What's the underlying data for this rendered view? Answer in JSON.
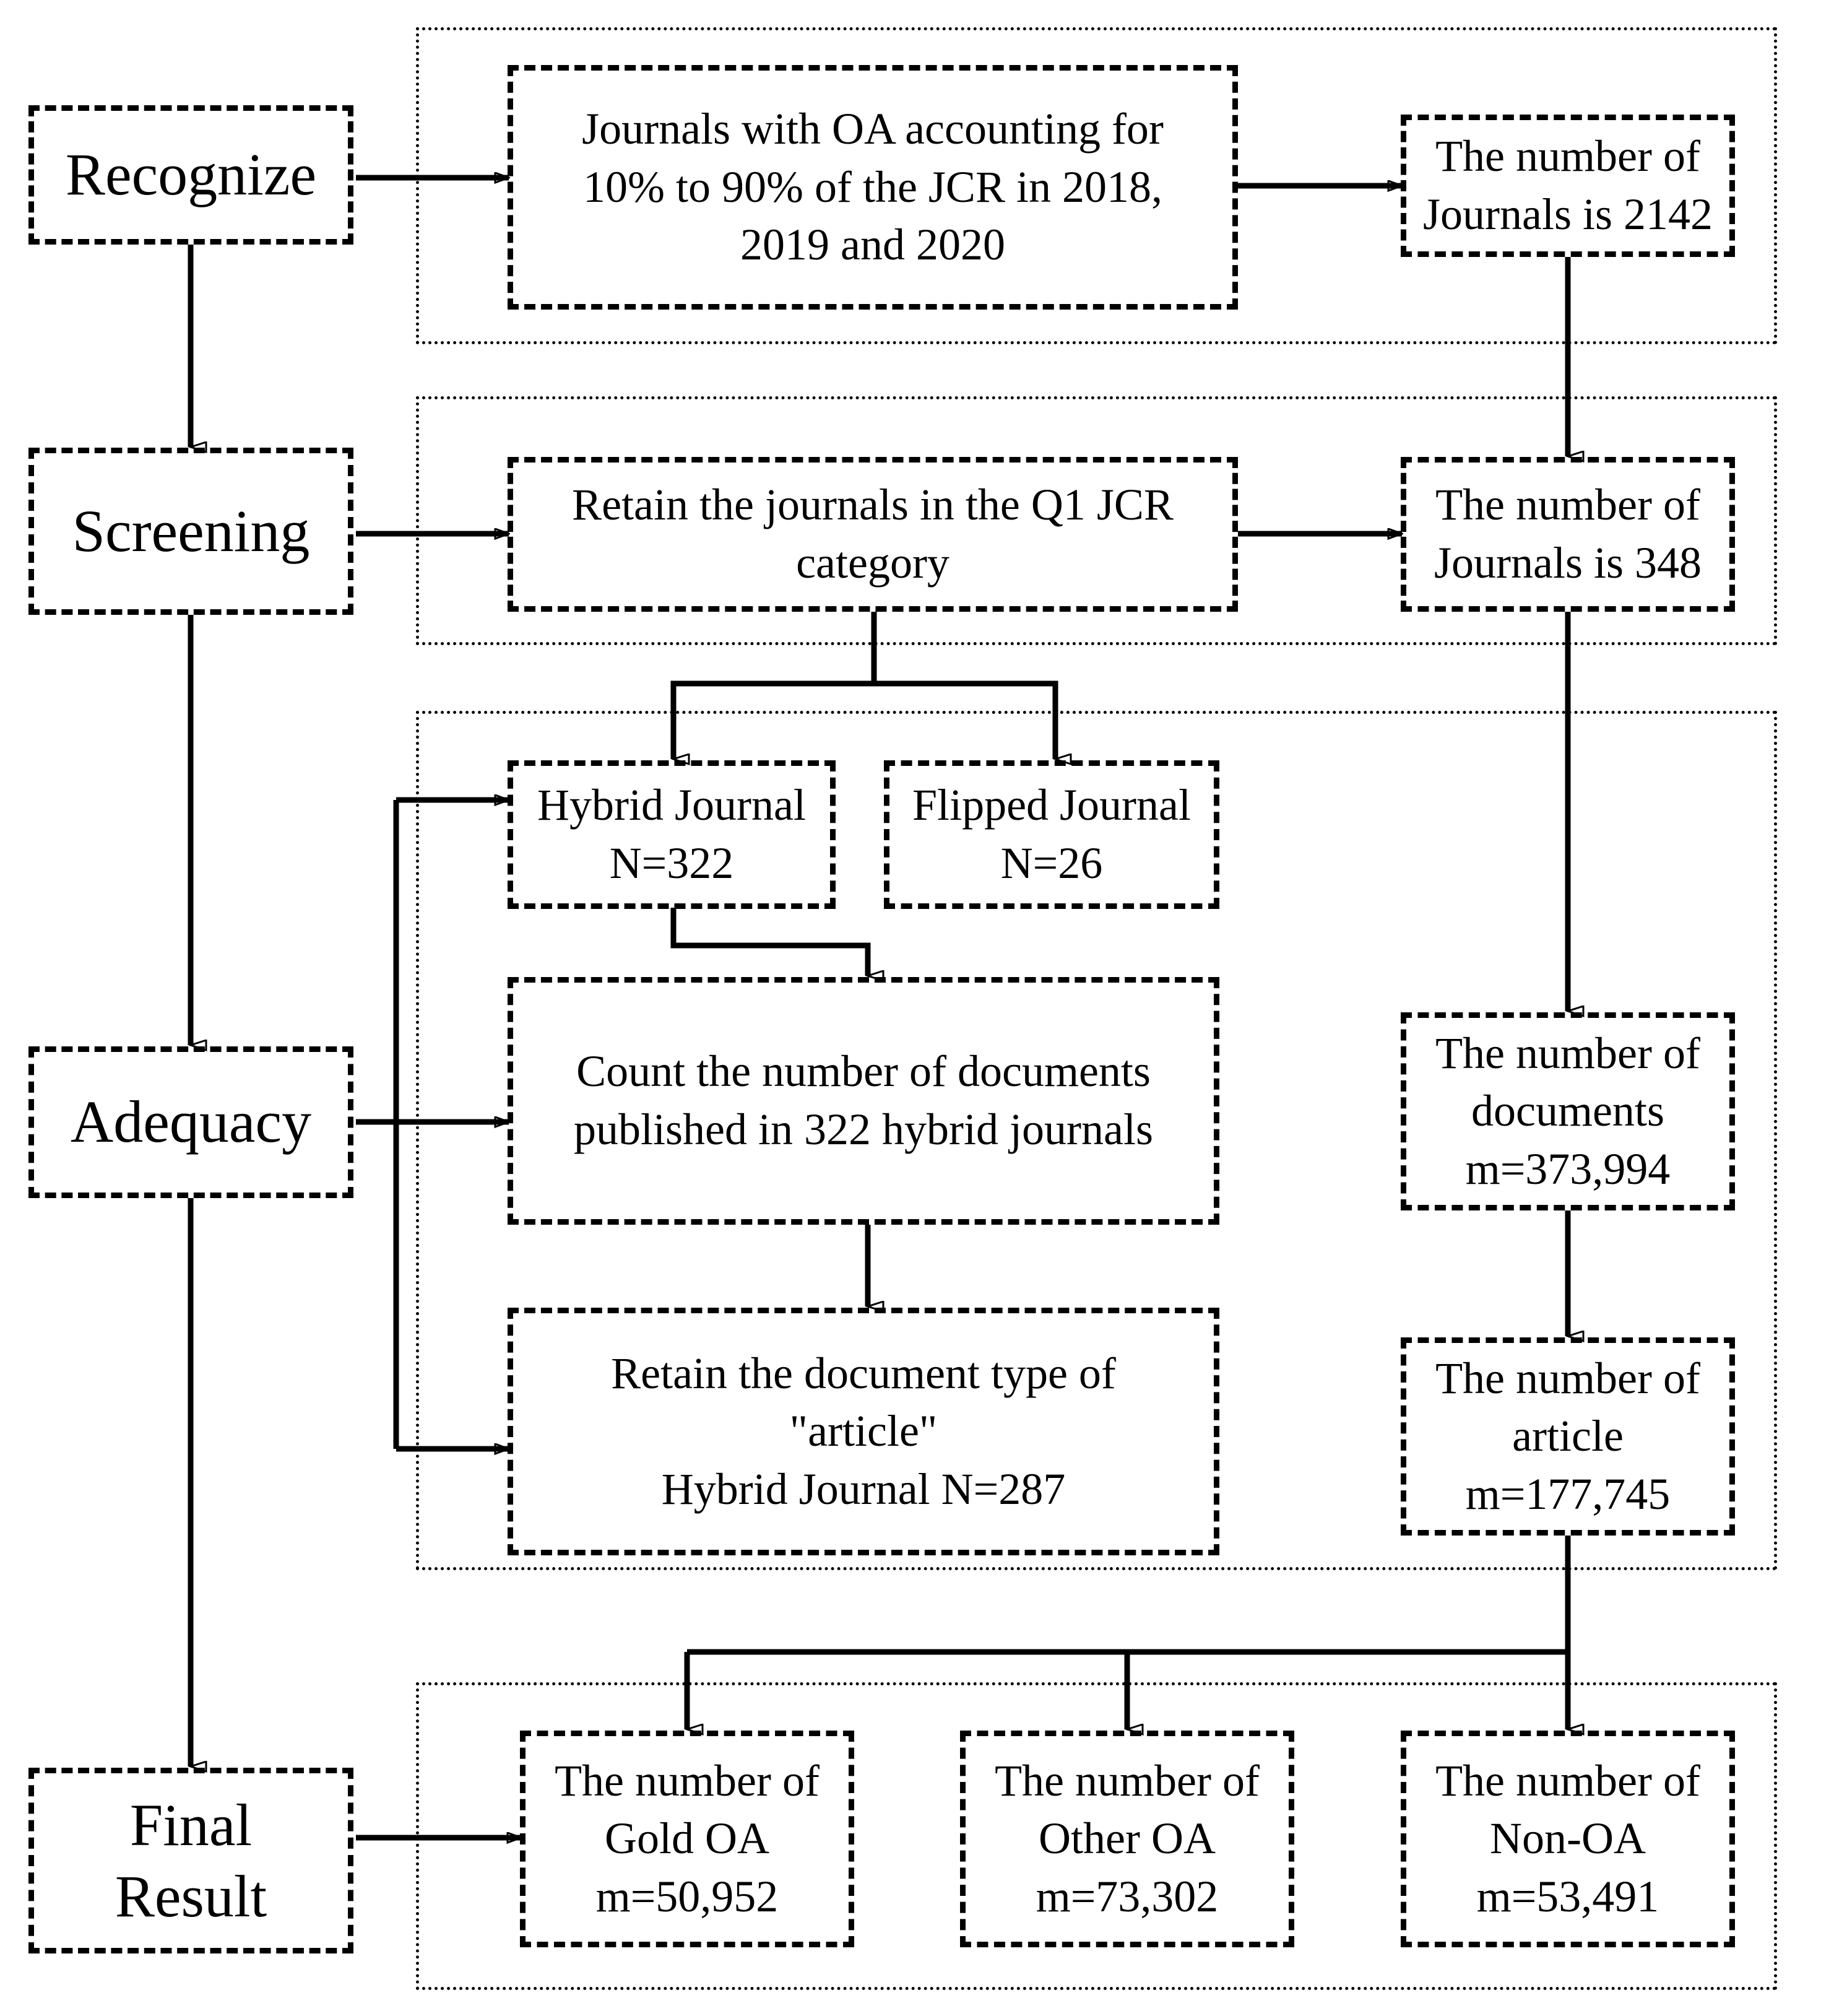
{
  "diagram": {
    "type": "flowchart",
    "title": "",
    "stages": [
      {
        "id": "recognize",
        "label": "Recognize"
      },
      {
        "id": "screening",
        "label": "Screening"
      },
      {
        "id": "adequacy",
        "label": "Adequacy"
      },
      {
        "id": "final",
        "label": "Final\nResult",
        "line1": "Final",
        "line2": "Result"
      }
    ],
    "nodes": {
      "recognize_process": {
        "line1": "Journals with OA accounting for",
        "line2": "10% to 90% of the JCR in 2018,",
        "line3": "2019 and 2020"
      },
      "recognize_count": {
        "line1": "The number of",
        "line2": "Journals is 2142"
      },
      "screening_process": {
        "line1": "Retain the journals in the Q1 JCR",
        "line2": "category"
      },
      "screening_count": {
        "line1": "The number of",
        "line2": "Journals is 348"
      },
      "hybrid_journal": {
        "line1": "Hybrid Journal",
        "line2": "N=322"
      },
      "flipped_journal": {
        "line1": "Flipped Journal",
        "line2": "N=26"
      },
      "count_documents": {
        "line1": "Count the number of documents",
        "line2": "published in 322 hybrid  journals"
      },
      "documents_count": {
        "line1": "The number of",
        "line2": "documents",
        "line3": "m=373,994"
      },
      "retain_article": {
        "line1": "Retain the document type of",
        "line2": "\"article\"",
        "line3": "Hybrid Journal N=287"
      },
      "article_count": {
        "line1": "The number of",
        "line2": "article",
        "line3": "m=177,745"
      },
      "gold_oa": {
        "line1": "The number of",
        "line2": "Gold OA",
        "line3": "m=50,952"
      },
      "other_oa": {
        "line1": "The number of",
        "line2": "Other OA",
        "line3": "m=73,302"
      },
      "non_oa": {
        "line1": "The number of",
        "line2": "Non-OA",
        "line3": "m=53,491"
      }
    },
    "colors": {
      "stroke": "#000000",
      "background": "#ffffff"
    }
  }
}
